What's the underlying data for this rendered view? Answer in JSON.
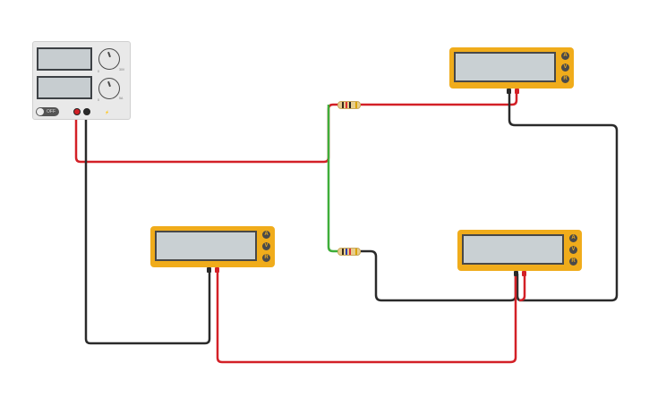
{
  "power_supply": {
    "toggle_label": "OFF",
    "knob_labels": [
      "0",
      "30V",
      "0",
      "5A"
    ]
  },
  "meters": [
    {
      "id": "top-right",
      "buttons": [
        "A",
        "V",
        "R"
      ]
    },
    {
      "id": "bottom-left",
      "buttons": [
        "A",
        "V",
        "R"
      ]
    },
    {
      "id": "bottom-right",
      "buttons": [
        "A",
        "V",
        "R"
      ]
    }
  ],
  "resistors": [
    {
      "id": "r1",
      "bands": [
        "#3a2a1a",
        "#d33",
        "#222",
        "#d9a300"
      ]
    },
    {
      "id": "r2",
      "bands": [
        "#3a2a1a",
        "#2b3fb0",
        "#d33",
        "#d9a300"
      ]
    }
  ],
  "colors": {
    "wire_red": "#d32027",
    "wire_black": "#2a2a2a",
    "wire_green": "#3fae3a",
    "meter_body": "#f0ac1b"
  }
}
